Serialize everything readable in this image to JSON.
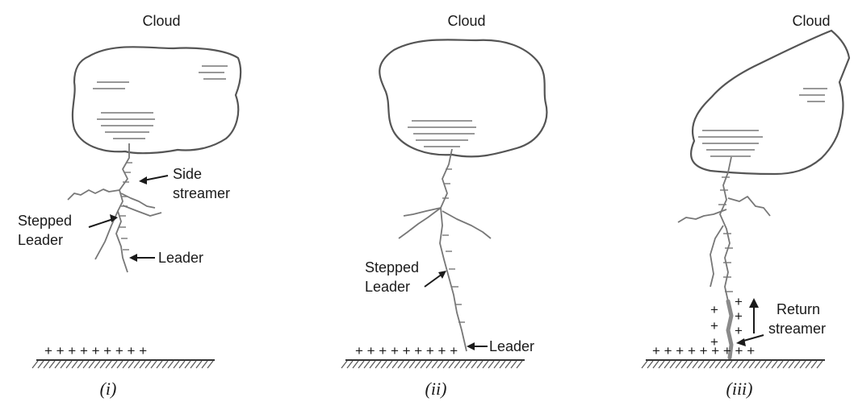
{
  "panels": [
    {
      "caption": "(i)",
      "cloud_label": "Cloud",
      "labels": {
        "side_streamer": "Side\nstreamer",
        "stepped_leader": "Stepped\nLeader",
        "leader": "Leader"
      },
      "ground_charge": "+ + + + + + + + +"
    },
    {
      "caption": "(ii)",
      "cloud_label": "Cloud",
      "labels": {
        "stepped_leader": "Stepped\nLeader",
        "leader": "Leader"
      },
      "ground_charge": "+ + + + + + + + +"
    },
    {
      "caption": "(iii)",
      "cloud_label": "Cloud",
      "labels": {
        "return_streamer": "Return\nstreamer"
      },
      "ground_charge": "+ + + + + + + + +"
    }
  ],
  "colors": {
    "ink": "#1a1a1a",
    "outline": "#555555",
    "channel": "#777777"
  }
}
